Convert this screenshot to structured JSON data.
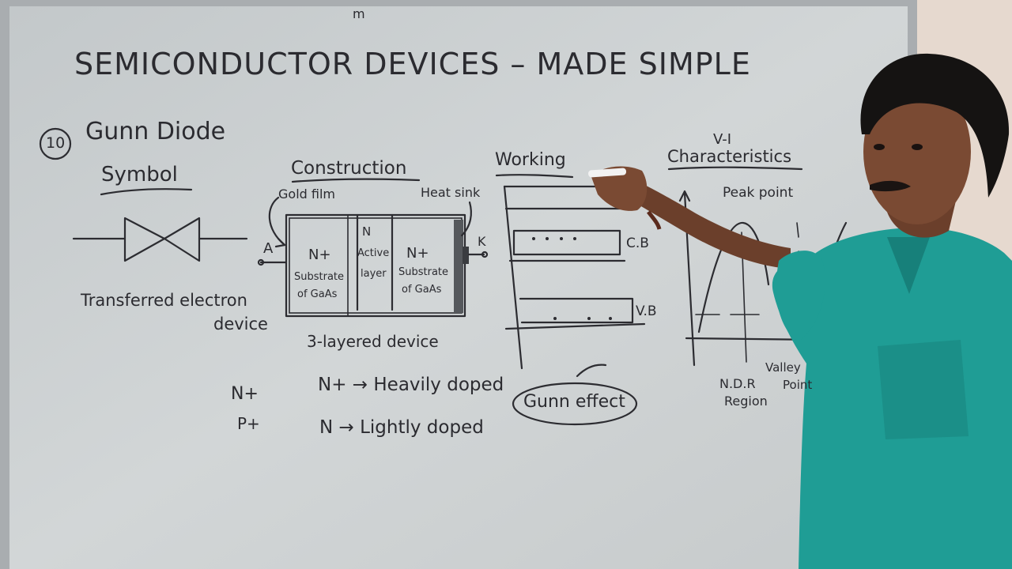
{
  "board": {
    "corner_mark": "m",
    "title": "SEMICONDUCTOR DEVICES – MADE SIMPLE",
    "topic_number": "10",
    "topic": "Gunn Diode",
    "symbol": {
      "heading": "Symbol",
      "caption_line1": "Transferred electron",
      "caption_line2": "device"
    },
    "construction": {
      "heading": "Construction",
      "gold_film": "Gold film",
      "heat_sink": "Heat sink",
      "anode": "A",
      "cathode": "K",
      "left_layer": {
        "type": "N+",
        "text1": "Substrate",
        "text2": "of GaAs"
      },
      "middle_layer": {
        "type": "N",
        "text1": "Active",
        "text2": "layer"
      },
      "right_layer": {
        "type": "N+",
        "text1": "Substrate",
        "text2": "of GaAs"
      },
      "caption": "3-layered device"
    },
    "doping": {
      "n_plus": "N+",
      "p_plus": "P+",
      "line1": "N+ → Heavily doped",
      "line2": "N → Lightly doped"
    },
    "working": {
      "heading": "Working",
      "cb": "C.B",
      "vb": "V.B",
      "effect": "Gunn effect"
    },
    "vi": {
      "heading_line1": "V-I",
      "heading_line2": "Characteristics",
      "peak": "Peak point",
      "ndr_line1": "N.D.R",
      "ndr_line2": "Region",
      "valley_line1": "Valley",
      "valley_line2": "Point"
    }
  },
  "colors": {
    "board": "#cfd3d4",
    "ink": "#2c2c31",
    "shirt": "#1f9d95",
    "skin": "#7a4a33",
    "wall": "#e6d9cf"
  }
}
